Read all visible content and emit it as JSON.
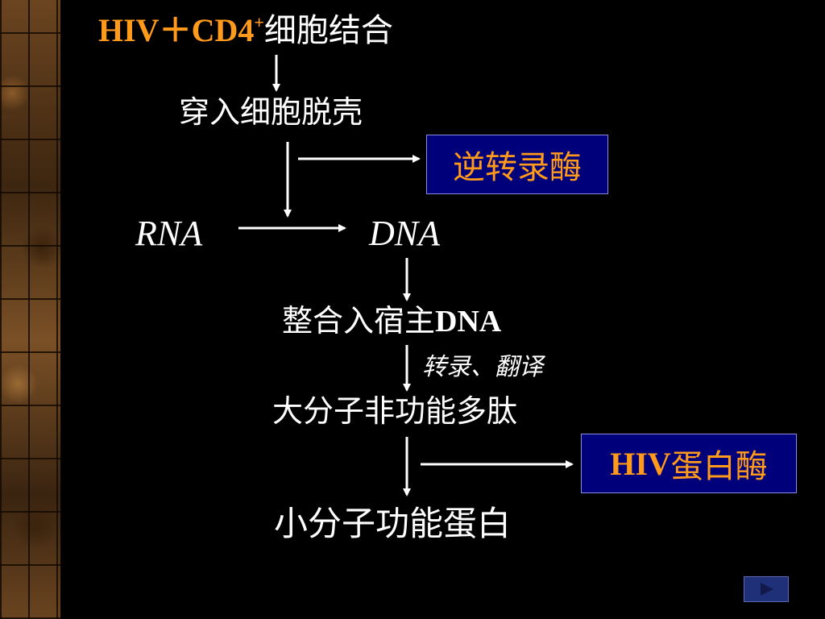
{
  "title": {
    "hiv": "HIV＋CD4",
    "sup": "+",
    "rest": "细胞结合"
  },
  "steps": {
    "step1": "穿入细胞脱壳",
    "rna": "RNA",
    "dna": "DNA",
    "step3_cn": "整合入宿主",
    "step3_dna": "DNA",
    "label_transcription": "转录、翻译",
    "step4": "大分子非功能多肽",
    "step5": "小分子功能蛋白"
  },
  "enzymes": {
    "reverse_transcriptase": "逆转录酶",
    "protease_hiv": "HIV",
    "protease_cn": "蛋白酶"
  },
  "colors": {
    "accent_orange": "#ff9a1a",
    "box_blue": "#00007a",
    "background": "#000000"
  },
  "icons": {
    "nav": "play-forward-icon"
  }
}
